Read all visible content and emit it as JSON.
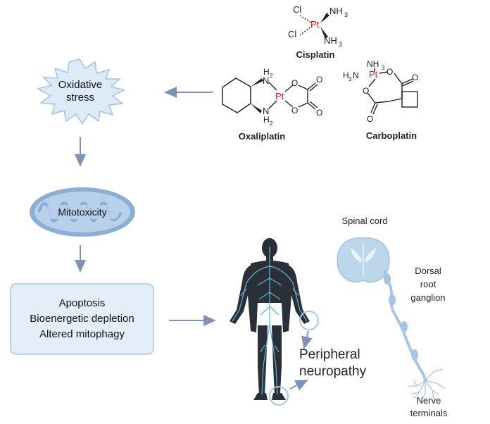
{
  "molecules": {
    "cisplatin": {
      "name": "Cisplatin",
      "atoms": {
        "pt": "Pt",
        "cl1": "Cl",
        "cl2": "Cl",
        "nh3_1": "NH",
        "nh3_1_sub": "3",
        "nh3_2": "NH",
        "nh3_2_sub": "3"
      }
    },
    "oxaliplatin": {
      "name": "Oxaliplatin",
      "atoms": {
        "pt": "Pt",
        "n1": "N",
        "n1_h": "H",
        "n1_h_sub": "2",
        "n2": "N",
        "n2_h": "H",
        "n2_h_sub": "2",
        "o1": "O",
        "o2": "O",
        "o3": "O",
        "o4": "O"
      }
    },
    "carboplatin": {
      "name": "Carboplatin",
      "atoms": {
        "pt": "Pt",
        "nh3_top": "NH",
        "nh3_top_sub": "3",
        "h3n_h": "H",
        "h3n_sub": "3",
        "h3n_n": "N",
        "o1": "O",
        "o2": "O",
        "o3": "O",
        "o4": "O"
      }
    }
  },
  "pathway": {
    "oxidative_stress": [
      "Oxidative",
      "stress"
    ],
    "mitotoxicity": "Mitotoxicity",
    "outcomes": [
      "Apoptosis",
      "Bioenergetic depletion",
      "Altered mitophagy"
    ]
  },
  "anatomy": {
    "peripheral_neuropathy": [
      "Peripheral",
      "neuropathy"
    ],
    "spinal_cord": "Spinal cord",
    "drg": [
      "Dorsal",
      "root",
      "ganglion"
    ],
    "nerve_terminals": [
      "Nerve",
      "terminals"
    ]
  },
  "colors": {
    "arrow": "#7f93b8",
    "pt": "#d42020",
    "burst_fill": "#dcebf7",
    "burst_stroke": "#9fc3e3",
    "mito_outer": "#8aaed5",
    "box_fill": "#e3eef9",
    "box_stroke": "#a9c5e6",
    "body": "#2b2f38",
    "nerve": "#5fb6d8",
    "spinal": "#bcd6ea"
  }
}
